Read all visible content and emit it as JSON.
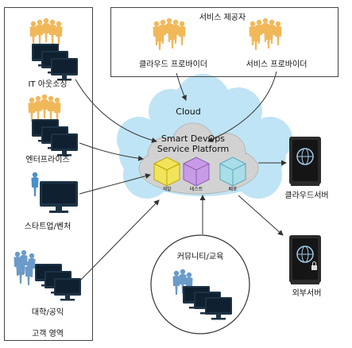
{
  "provider_box": {
    "title": "서비스 제공자",
    "cloud_provider": "클라우드 프로바이더",
    "service_provider": "서비스 프로바이더"
  },
  "cloud": {
    "label": "Cloud",
    "platform_line1": "Smart DevOps",
    "platform_line2": "Service Platform",
    "modules": [
      {
        "label": "개발",
        "color": "#f2e35c"
      },
      {
        "label": "테스트",
        "color": "#c89be6"
      },
      {
        "label": "배포",
        "color": "#a9dde8"
      }
    ]
  },
  "customers": {
    "title": "고객 영역",
    "items": [
      {
        "label": "IT 아웃소싱"
      },
      {
        "label": "엔터프라이즈"
      },
      {
        "label": "스타트업/벤처"
      },
      {
        "label": "대학/공익"
      }
    ]
  },
  "community": {
    "label": "커뮤니티/교육"
  },
  "servers": {
    "cloud_server": "클라우드서버",
    "external_server": "외부서버"
  },
  "colors": {
    "cloud": "#bfe4f5",
    "platform_cloud": "#d2d2d2",
    "people": "#f1b85a",
    "monitor": "#1d3345",
    "server": "#2b2b2b"
  }
}
